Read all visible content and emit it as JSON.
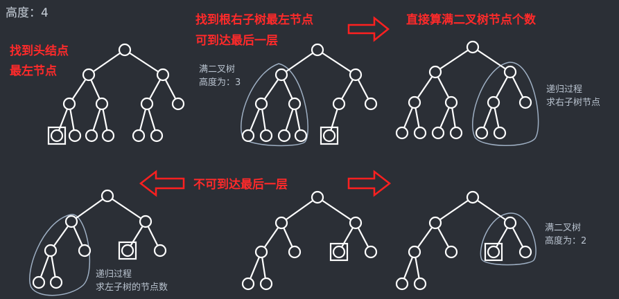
{
  "header": {
    "height_label": "高度：4"
  },
  "steps": {
    "find_head_line1": "找到头结点",
    "find_head_line2": "最左节点",
    "find_root_right_line1": "找到根右子树最左节点",
    "find_root_right_line2": "可到达最后一层",
    "compute_full_tree": "直接算满二叉树节点个数",
    "cannot_reach_last": "不可到达最后一层"
  },
  "notes": {
    "full_tree_h3_line1": "满二叉树",
    "full_tree_h3_line2": "高度为：3",
    "recurse_right_line1": "递归过程",
    "recurse_right_line2": "求右子树节点",
    "recurse_left_line1": "递归过程",
    "recurse_left_line2": "求左子树的节点数",
    "full_tree_h2_line1": "满二叉树",
    "full_tree_h2_line2": "高度为：2"
  },
  "colors": {
    "background": "#2b2f36",
    "node": "#ffffff",
    "highlight_text": "#ff2a2a",
    "note_text": "#b9c3cf",
    "ellipse": "#9fb0c4",
    "arrow": "#ff2020"
  }
}
